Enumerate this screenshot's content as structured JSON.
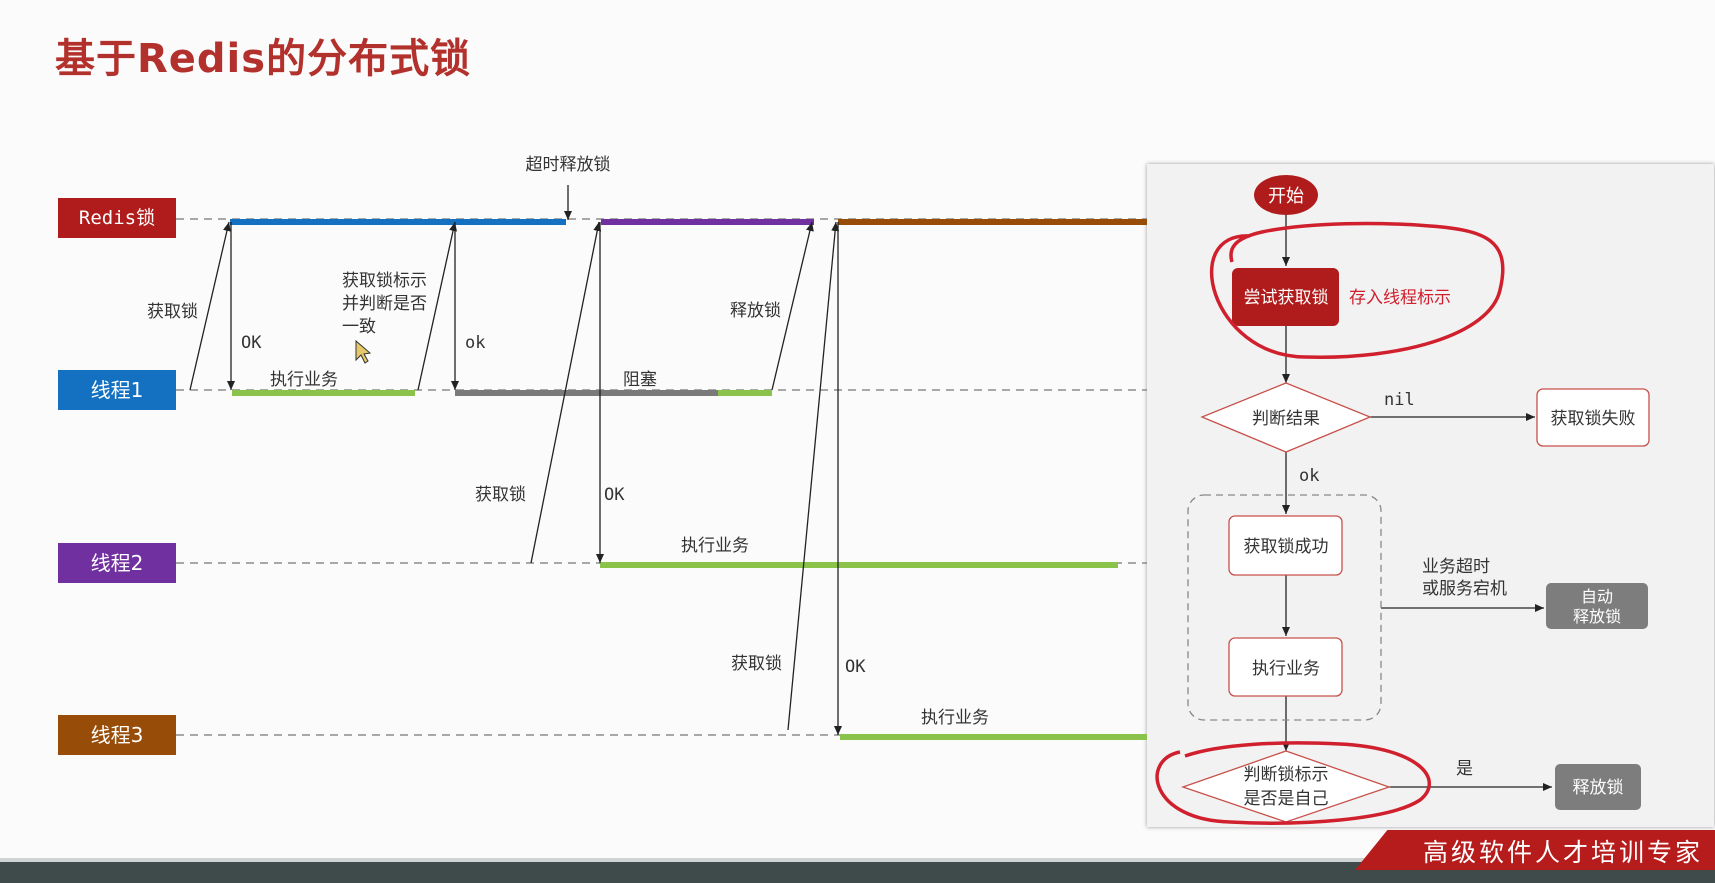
{
  "slide_title": "基于Redis的分布式锁",
  "lanes": {
    "redis": "Redis锁",
    "thread1": "线程1",
    "thread2": "线程2",
    "thread3": "线程3"
  },
  "timeline_labels": {
    "timeout_release": "超时释放锁",
    "t1_acquire": "获取锁",
    "t1_ok": "OK",
    "t1_exec": "执行业务",
    "t1_check_line1": "获取锁标示",
    "t1_check_line2": "并判断是否",
    "t1_check_line3": "一致",
    "t1_ok2": "ok",
    "t1_blocked": "阻塞",
    "t1_release": "释放锁",
    "t2_acquire": "获取锁",
    "t2_ok": "OK",
    "t2_exec": "执行业务",
    "t3_acquire": "获取锁",
    "t3_ok": "OK",
    "t3_exec": "执行业务"
  },
  "flowchart": {
    "start": "开始",
    "try_lock": "尝试获取锁",
    "store_id": "存入线程标示",
    "judge_result": "判断结果",
    "nil_label": "nil",
    "lock_fail": "获取锁失败",
    "ok_label": "ok",
    "lock_success": "获取锁成功",
    "exec_business": "执行业务",
    "timeout_line1": "业务超时",
    "timeout_line2": "或服务宕机",
    "auto_release_line1": "自动",
    "auto_release_line2": "释放锁",
    "judge_id_line1": "判断锁标示",
    "judge_id_line2": "是否是自己",
    "yes_label": "是",
    "release": "释放锁"
  },
  "footer_brand": "高级软件人才培训专家",
  "colors": {
    "title": "#b3312d",
    "redis": "#b01c1c",
    "thread1": "#1470c0",
    "thread2": "#7030a0",
    "thread3": "#974c08",
    "exec_green": "#8bc34a",
    "blocked_gray": "#7a7a7a",
    "highlight_red": "#d0202e"
  }
}
